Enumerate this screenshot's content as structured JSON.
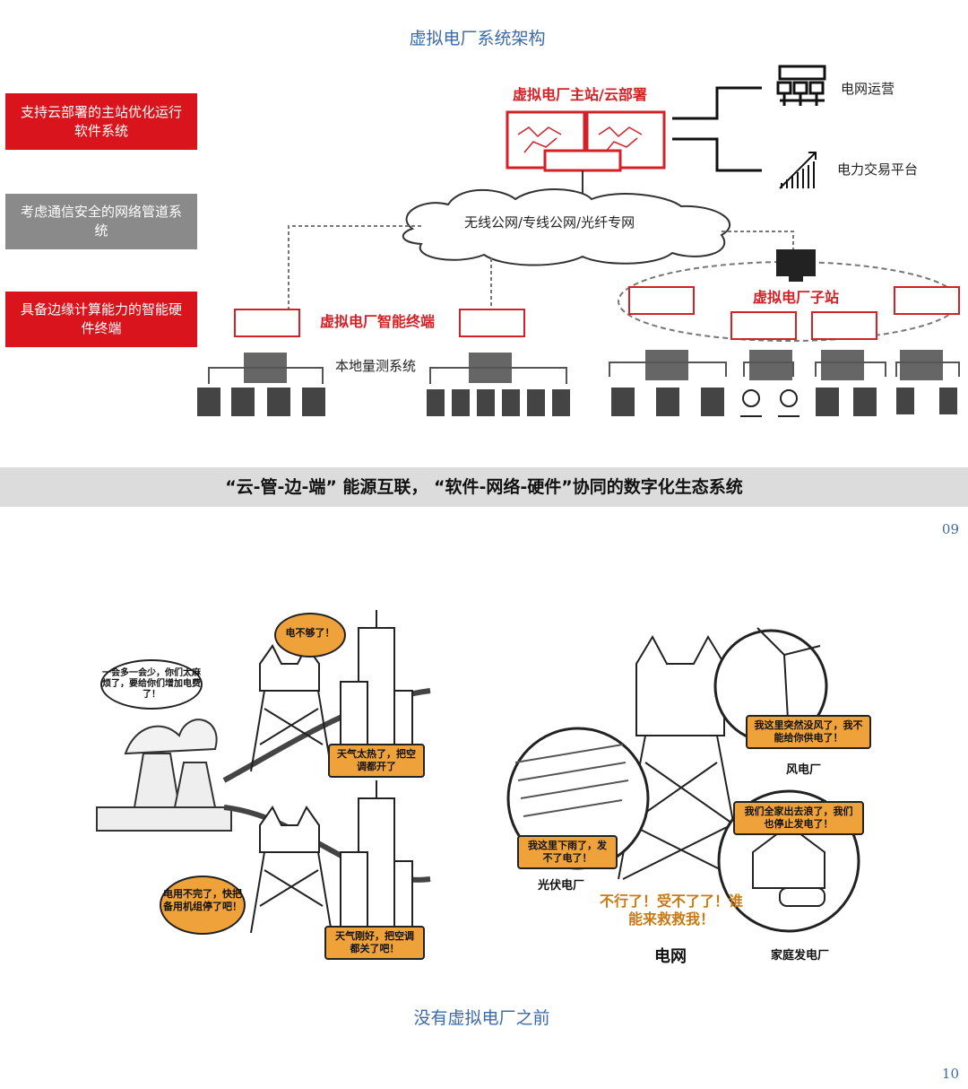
{
  "page1": {
    "title": "虚拟电厂系统架构",
    "side_boxes": [
      {
        "text": "支持云部署的主站优化运行软件系统",
        "color": "#d9141c"
      },
      {
        "text": "考虑通信安全的网络管道系统",
        "color": "#8a8a8a"
      },
      {
        "text": "具备边缘计算能力的智能硬件终端",
        "color": "#d9141c"
      }
    ],
    "diagram": {
      "main_station": "虚拟电厂主站/云部署",
      "grid_ops": "电网运营",
      "trading": "电力交易平台",
      "cloud": "无线公网/专线公网/光纤专网",
      "terminal": "虚拟电厂智能终端",
      "local": "本地量测系统",
      "substation": "虚拟电厂子站"
    },
    "banner": "“云-管-边-端” 能源互联， “软件-网络-硬件”协同的数字化生态系统",
    "page_number": "09"
  },
  "page2": {
    "comic": {
      "b_more": "一会多一会少，你们太麻烦了，要给你们增加电费了！",
      "b_notenough": "电不够了！",
      "b_hot": "天气太热了，把空调都开了",
      "b_surplus": "电用不完了，快把备用机组停了吧！",
      "b_fine": "天气刚好，把空调都关了吧！",
      "b_wind": "我这里突然没风了，我不能给你供电了！",
      "wind_label": "风电厂",
      "b_solar": "我这里下雨了，发不了电了！",
      "solar_label": "光伏电厂",
      "b_home": "我们全家出去浪了，我们也停止发电了！",
      "home_label": "家庭发电厂",
      "cry": "不行了！受不了了！谁能来救救我！",
      "grid_label": "电网"
    },
    "caption": "没有虚拟电厂之前",
    "page_number": "10"
  },
  "colors": {
    "accent_red": "#d42127",
    "title_blue": "#3b6aa8",
    "bubble_orange": "#f0a23a"
  }
}
